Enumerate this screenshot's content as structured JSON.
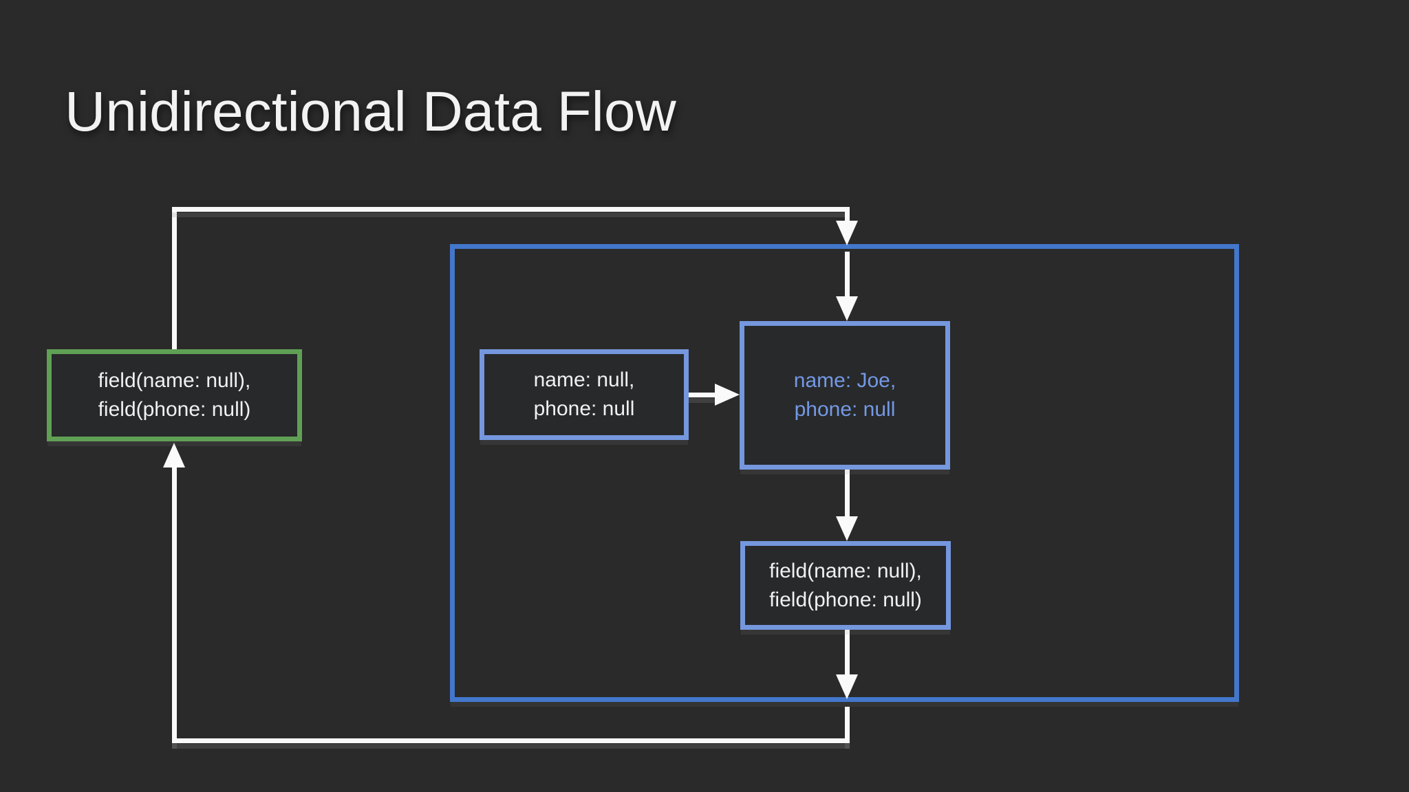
{
  "slide": {
    "title": "Unidirectional Data Flow"
  },
  "colors": {
    "background": "#2a2a2a",
    "box_fill": "#28292b",
    "line_white": "#fafafa",
    "text_white": "#f1f1f1",
    "green_border": "#60a055",
    "outer_blue_border": "#4377cc",
    "inner_blue_border": "#7597de",
    "blue_text": "#7499e4"
  },
  "boxes": {
    "left_green": {
      "line1": "field(name: null),",
      "line2": "field(phone: null)"
    },
    "initial_state": {
      "line1": "name: null,",
      "line2": "phone: null"
    },
    "updated_state": {
      "line1": "name: Joe,",
      "line2": "phone: null"
    },
    "rebuilt_fields": {
      "line1": "field(name: null),",
      "line2": "field(phone: null)"
    }
  }
}
